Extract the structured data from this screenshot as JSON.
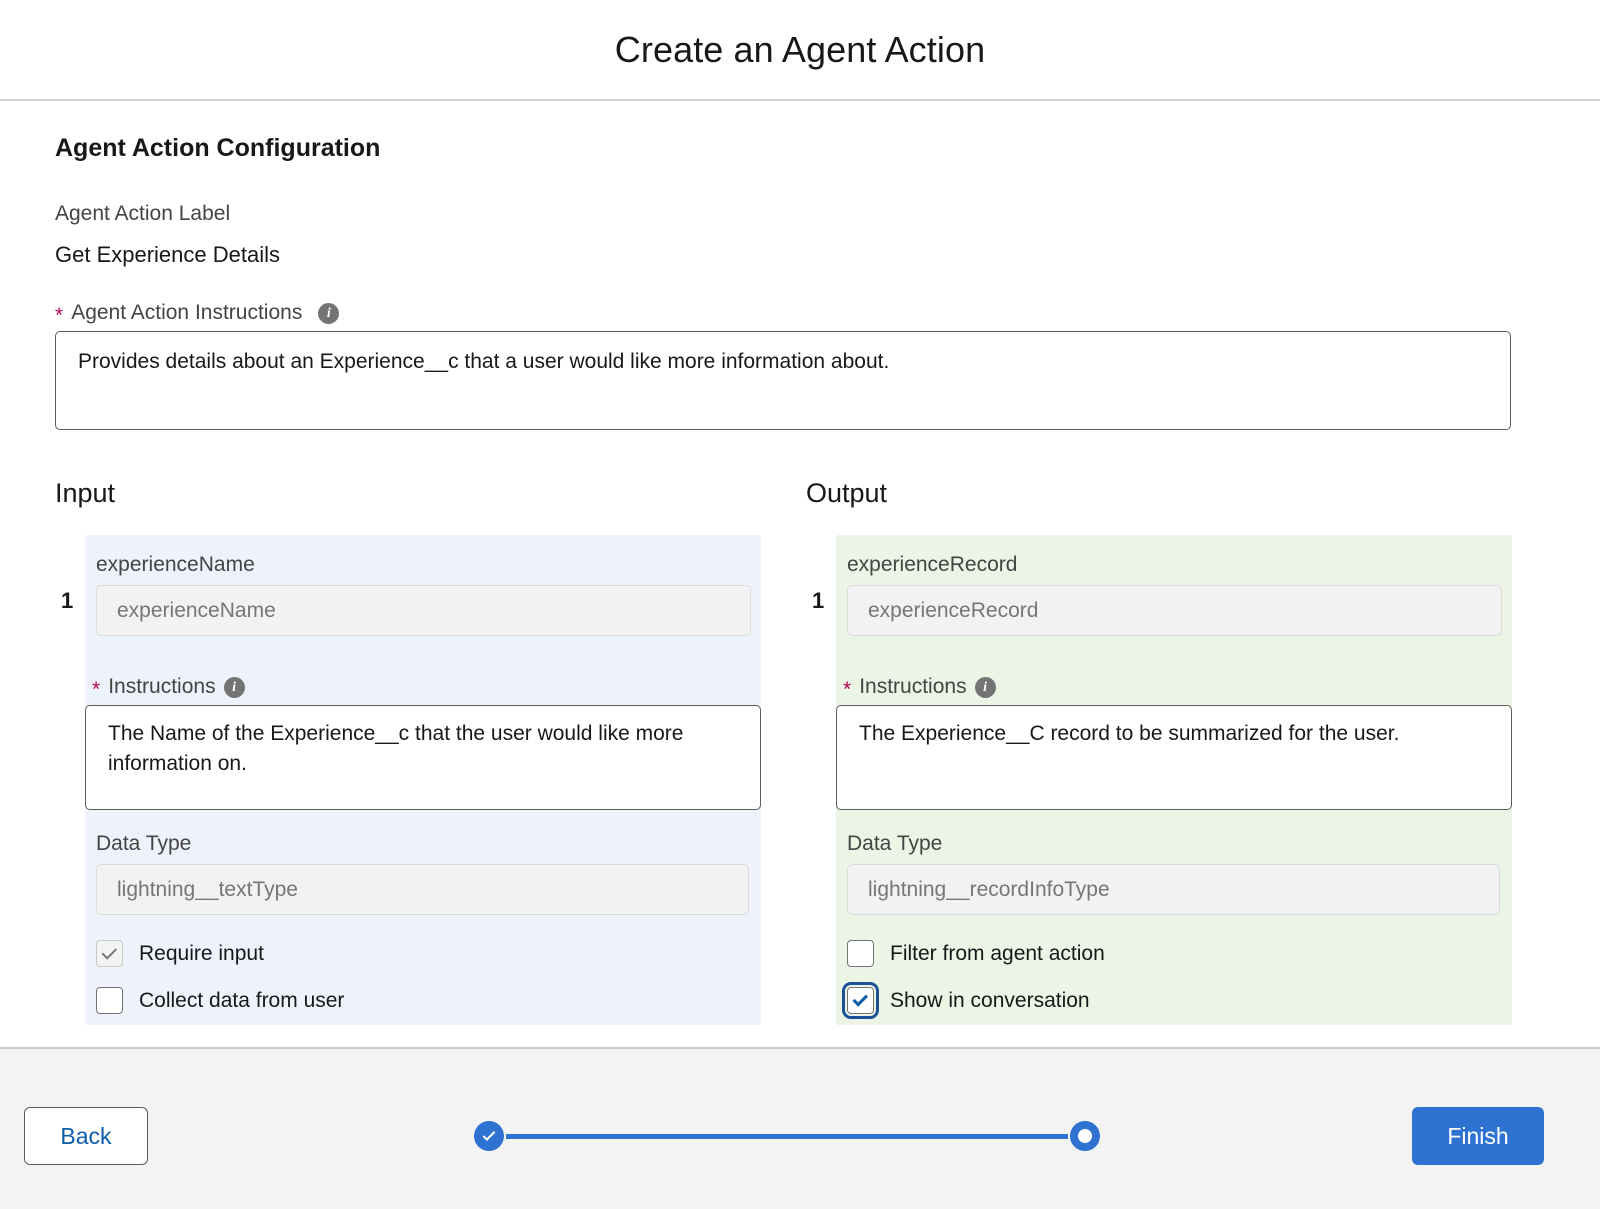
{
  "header": {
    "title": "Create an Agent Action"
  },
  "config": {
    "section_heading": "Agent Action Configuration",
    "action_label_label": "Agent Action Label",
    "action_label_value": "Get Experience Details",
    "instructions_label": "Agent Action Instructions",
    "instructions_value": "Provides details about an Experience__c that a user would like more information about.",
    "info_icon": "info-icon",
    "required_marker": "*"
  },
  "input": {
    "heading": "Input",
    "params": [
      {
        "index": "1",
        "name_label": "experienceName",
        "name_value": "experienceName",
        "instructions_label": "Instructions",
        "instructions_value": "The Name of the Experience__c that the user would like more information on.",
        "data_type_label": "Data Type",
        "data_type_value": "lightning__textType",
        "checkboxes": [
          {
            "label": "Require input",
            "checked": true,
            "disabled": true,
            "focused": false
          },
          {
            "label": "Collect data from user",
            "checked": false,
            "disabled": false,
            "focused": false
          }
        ]
      }
    ]
  },
  "output": {
    "heading": "Output",
    "params": [
      {
        "index": "1",
        "name_label": "experienceRecord",
        "name_value": "experienceRecord",
        "instructions_label": "Instructions",
        "instructions_value": "The Experience__C record to be summarized for the user.",
        "data_type_label": "Data Type",
        "data_type_value": "lightning__recordInfoType",
        "checkboxes": [
          {
            "label": "Filter from agent action",
            "checked": false,
            "disabled": false,
            "focused": false
          },
          {
            "label": "Show in conversation",
            "checked": true,
            "disabled": false,
            "focused": true
          }
        ]
      }
    ]
  },
  "footer": {
    "back_label": "Back",
    "finish_label": "Finish",
    "progress": {
      "total_steps": 2,
      "current_step": 2,
      "completed_step_icon": "check-icon"
    }
  },
  "colors": {
    "accent_blue": "#2e72d2",
    "link_blue": "#0b5cab",
    "input_panel_bg": "#eef2fb",
    "output_panel_bg": "#ecf4e6",
    "required_red": "#b60554",
    "footer_bg": "#f3f3f3"
  }
}
